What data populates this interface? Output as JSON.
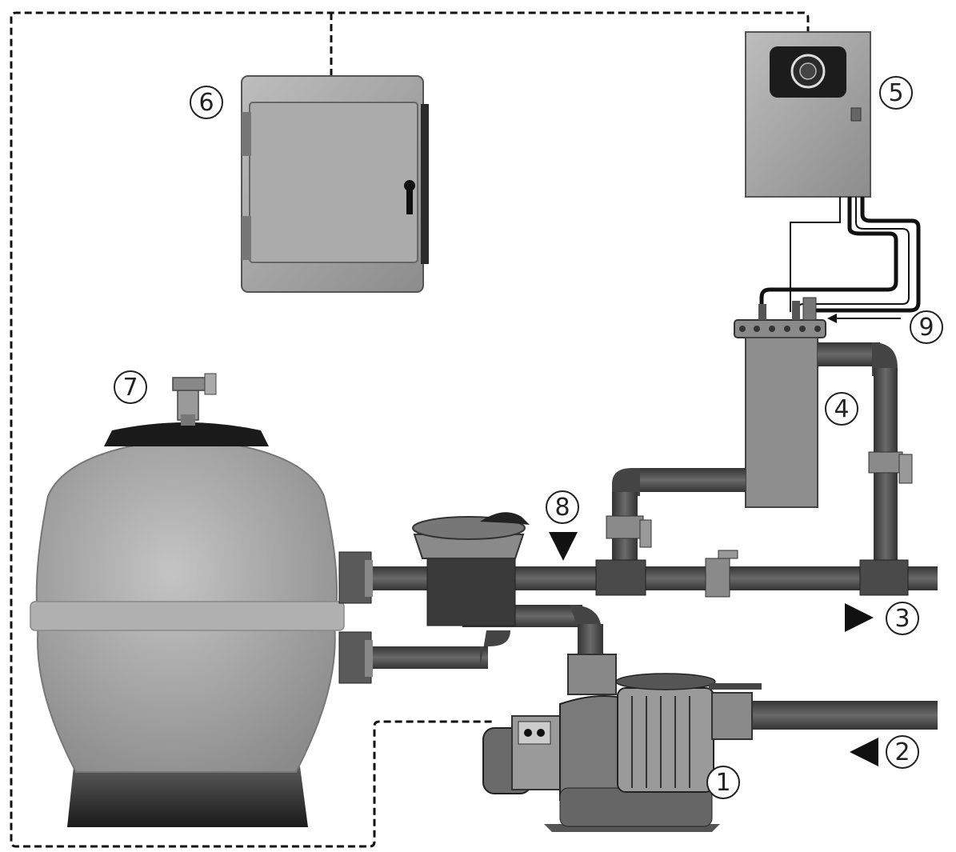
{
  "callouts": [
    {
      "id": "pump",
      "label": "1"
    },
    {
      "id": "inlet",
      "label": "2"
    },
    {
      "id": "outlet",
      "label": "3"
    },
    {
      "id": "cell",
      "label": "4"
    },
    {
      "id": "control-box",
      "label": "5"
    },
    {
      "id": "electrical-panel",
      "label": "6"
    },
    {
      "id": "multiport-valve",
      "label": "7"
    },
    {
      "id": "flow-point",
      "label": "8"
    },
    {
      "id": "electrode-connections",
      "label": "9"
    }
  ],
  "colors": {
    "pipe": "#4a4a4a",
    "tank": "#a8a8a8",
    "box": "#9c9c9c",
    "dark": "#1e1e1e",
    "wire": "#111111"
  }
}
